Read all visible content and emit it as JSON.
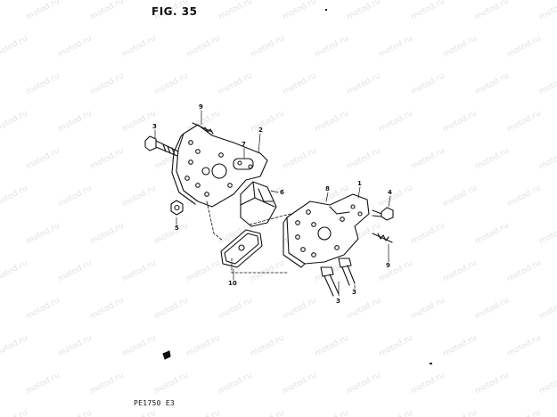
{
  "figure": {
    "title": "FIG. 35",
    "code": "PE1750 E3"
  },
  "watermark": {
    "text": "motod.ru",
    "color": "#c9c9c9"
  },
  "callouts": [
    {
      "id": "c3a",
      "label": "3"
    },
    {
      "id": "c9a",
      "label": "9"
    },
    {
      "id": "c7",
      "label": "7"
    },
    {
      "id": "c2",
      "label": "2"
    },
    {
      "id": "c6",
      "label": "6"
    },
    {
      "id": "c5",
      "label": "5"
    },
    {
      "id": "c10",
      "label": "10"
    },
    {
      "id": "c8",
      "label": "8"
    },
    {
      "id": "c1",
      "label": "1"
    },
    {
      "id": "c4",
      "label": "4"
    },
    {
      "id": "c9b",
      "label": "9"
    },
    {
      "id": "c3b",
      "label": "3"
    },
    {
      "id": "c3c",
      "label": "3"
    }
  ]
}
